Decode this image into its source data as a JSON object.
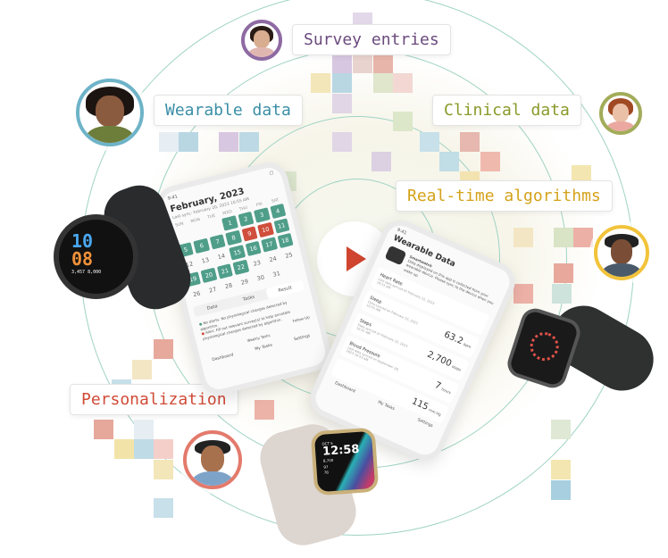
{
  "labels": {
    "survey": "Survey entries",
    "wearable": "Wearable data",
    "clinical": "Clinical data",
    "realtime": "Real-time algorithms",
    "personalization": "Personalization"
  },
  "colors": {
    "survey": "#6b4a7e",
    "wearable": "#3a8ea6",
    "clinical": "#8a9a28",
    "realtime": "#d4a21a",
    "personalization": "#d04a36",
    "play": "#d0452f"
  },
  "calendar_phone": {
    "time": "9:41",
    "title": "February, 2023",
    "last_sync": "Last sync: February 20, 2023 10:55 AM",
    "weekdays": [
      "SUN",
      "MON",
      "TUE",
      "WED",
      "THU",
      "FRI",
      "SAT"
    ],
    "days": [
      {
        "n": "",
        "s": ""
      },
      {
        "n": "",
        "s": ""
      },
      {
        "n": "",
        "s": ""
      },
      {
        "n": "1",
        "s": "g"
      },
      {
        "n": "2",
        "s": "g"
      },
      {
        "n": "3",
        "s": "g"
      },
      {
        "n": "4",
        "s": "g"
      },
      {
        "n": "5",
        "s": "g"
      },
      {
        "n": "6",
        "s": "g"
      },
      {
        "n": "7",
        "s": "g"
      },
      {
        "n": "8",
        "s": "g"
      },
      {
        "n": "9",
        "s": "r"
      },
      {
        "n": "10",
        "s": "r"
      },
      {
        "n": "11",
        "s": "g"
      },
      {
        "n": "12",
        "s": ""
      },
      {
        "n": "13",
        "s": ""
      },
      {
        "n": "14",
        "s": ""
      },
      {
        "n": "15",
        "s": "g"
      },
      {
        "n": "16",
        "s": "g"
      },
      {
        "n": "17",
        "s": "g"
      },
      {
        "n": "18",
        "s": "g"
      },
      {
        "n": "19",
        "s": "g"
      },
      {
        "n": "20",
        "s": "g"
      },
      {
        "n": "21",
        "s": "g"
      },
      {
        "n": "22",
        "s": "g"
      },
      {
        "n": "23",
        "s": ""
      },
      {
        "n": "24",
        "s": ""
      },
      {
        "n": "25",
        "s": ""
      },
      {
        "n": "26",
        "s": ""
      },
      {
        "n": "27",
        "s": ""
      },
      {
        "n": "28",
        "s": ""
      },
      {
        "n": "29",
        "s": ""
      },
      {
        "n": "30",
        "s": ""
      },
      {
        "n": "31",
        "s": ""
      }
    ],
    "tabs": [
      "Data",
      "Tasks",
      "Result"
    ],
    "legend_green": "No alerts. No physiological changes detected by algorithm.",
    "legend_red": "Alert. Fill out relevant survey(s) to help annotate physiological changes detected by algorithm.",
    "follow_up": "Follow-Up",
    "weekly_tasks": "Weekly Tasks",
    "nav": [
      "Dashboard",
      "My Tasks",
      "Settings"
    ]
  },
  "wearable_phone": {
    "time": "9:41",
    "title": "Wearable Data",
    "device": "Smartwatch",
    "device_text": "Data displayed on this app is collected from your wearable device. Please sync to the device when you wake up.",
    "metrics": [
      {
        "name": "Heart Rate",
        "sub": "Last data synced on February 22, 2023 10:55 AM",
        "value": "",
        "unit": ""
      },
      {
        "name": "Sleep",
        "sub": "Data synced on February 22, 2023 10:55 AM",
        "value": "63.2",
        "unit": "bpm"
      },
      {
        "name": "Steps",
        "sub": "Data synced on February 22, 2023 10:55 AM",
        "value": "2,700",
        "unit": "steps"
      },
      {
        "name": "Blood Pressure",
        "sub": "Last data synced on September 28, 2023 10:53 AM",
        "value": "7",
        "unit": "hours"
      }
    ],
    "bp_value": "115",
    "bp_unit": "mm Hg",
    "nav": [
      "Dashboard",
      "My Tasks",
      "Settings"
    ]
  },
  "galaxy_watch": {
    "hour": "10",
    "minute": "08",
    "steps": "3,457",
    "cal": "8,000"
  },
  "fitbit": {
    "date": "OCT 5",
    "time": "12:58",
    "steps": "8,700",
    "sleep": "97",
    "heart": "78"
  }
}
